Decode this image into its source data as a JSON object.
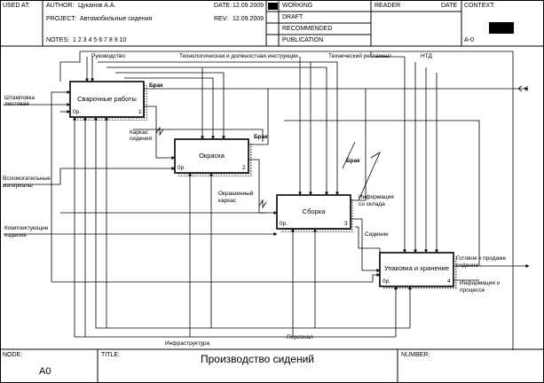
{
  "header": {
    "used_at": "USED AT:",
    "author_label": "AUTHOR:",
    "author": "Цуканов А.А.",
    "project_label": "PROJECT:",
    "project": "Автомобильные сидения",
    "date_label": "DATE:",
    "date": "12.09.2009",
    "rev_label": "REV:",
    "rev": "12.09.2009",
    "notes_label": "NOTES:",
    "notes": "1 2 3 4 5 6 7 8 9 10",
    "status": [
      "WORKING",
      "DRAFT",
      "RECOMMENDED",
      "PUBLICATION"
    ],
    "reader": "READER",
    "reader_date": "DATE",
    "context": "CONTEXT:",
    "node_ref": "A-0"
  },
  "footer": {
    "node_label": "NODE:",
    "node": "A0",
    "title_label": "TITLE:",
    "title": "Производство сидений",
    "number_label": "NUMBER:"
  },
  "boxes": [
    {
      "title": "Сварочные работы",
      "cost": "0р.",
      "num": "1"
    },
    {
      "title": "Окраска",
      "cost": "0р.",
      "num": "2"
    },
    {
      "title": "Сборка",
      "cost": "0р.",
      "num": "3"
    },
    {
      "title": "Упаковка и хранение",
      "cost": "0р.",
      "num": "4"
    }
  ],
  "labels": {
    "rukovodstvo": "Руководство",
    "tech_instr": "Технологическая и должностная инструкции",
    "tech_reg": "Технический регламент",
    "ntd": "НТД",
    "brak1": "Брак",
    "brak2": "Брак",
    "brak3": "Брак",
    "shtampovka1": "Штамповка",
    "shtampovka2": "листовая",
    "karkas1": "Каркас",
    "karkas2": "сидения",
    "vspom1": "Вспомогательные",
    "vspom2": "материалы",
    "okr1": "Окрашенный",
    "okr2": "каркас",
    "info_sklad1": "Информация",
    "info_sklad2": "со склада",
    "kompl1": "Комплектующие",
    "kompl2": "изделия",
    "sidenie": "Сидение",
    "gotovoe1": "Готовое к продаже",
    "gotovoe2": "сидение",
    "info_proc1": "Информация о",
    "info_proc2": "процессе",
    "infra": "Инфраструктура",
    "personal": "Персонал"
  },
  "colors": {
    "line": "#000000",
    "shadow": "#808080",
    "marker": "#000000"
  }
}
